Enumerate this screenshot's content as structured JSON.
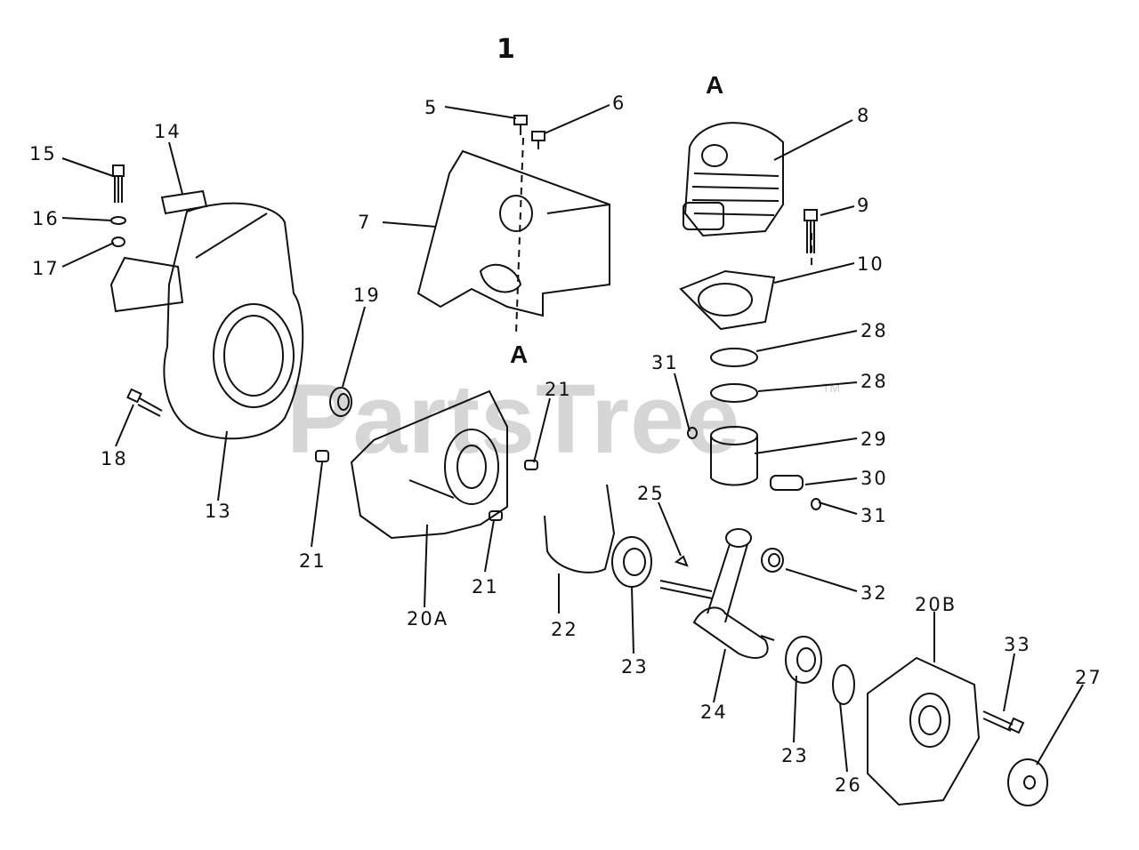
{
  "diagram": {
    "title": "1",
    "section_markers": [
      "A",
      "A"
    ],
    "watermark": "PartsTree",
    "trademark": "TM",
    "callouts": [
      "5",
      "6",
      "7",
      "8",
      "9",
      "10",
      "13",
      "14",
      "15",
      "16",
      "17",
      "18",
      "19",
      "20A",
      "20B",
      "21",
      "21",
      "21",
      "22",
      "23",
      "23",
      "24",
      "25",
      "26",
      "27",
      "28",
      "28",
      "29",
      "30",
      "31",
      "31",
      "32",
      "33"
    ]
  }
}
